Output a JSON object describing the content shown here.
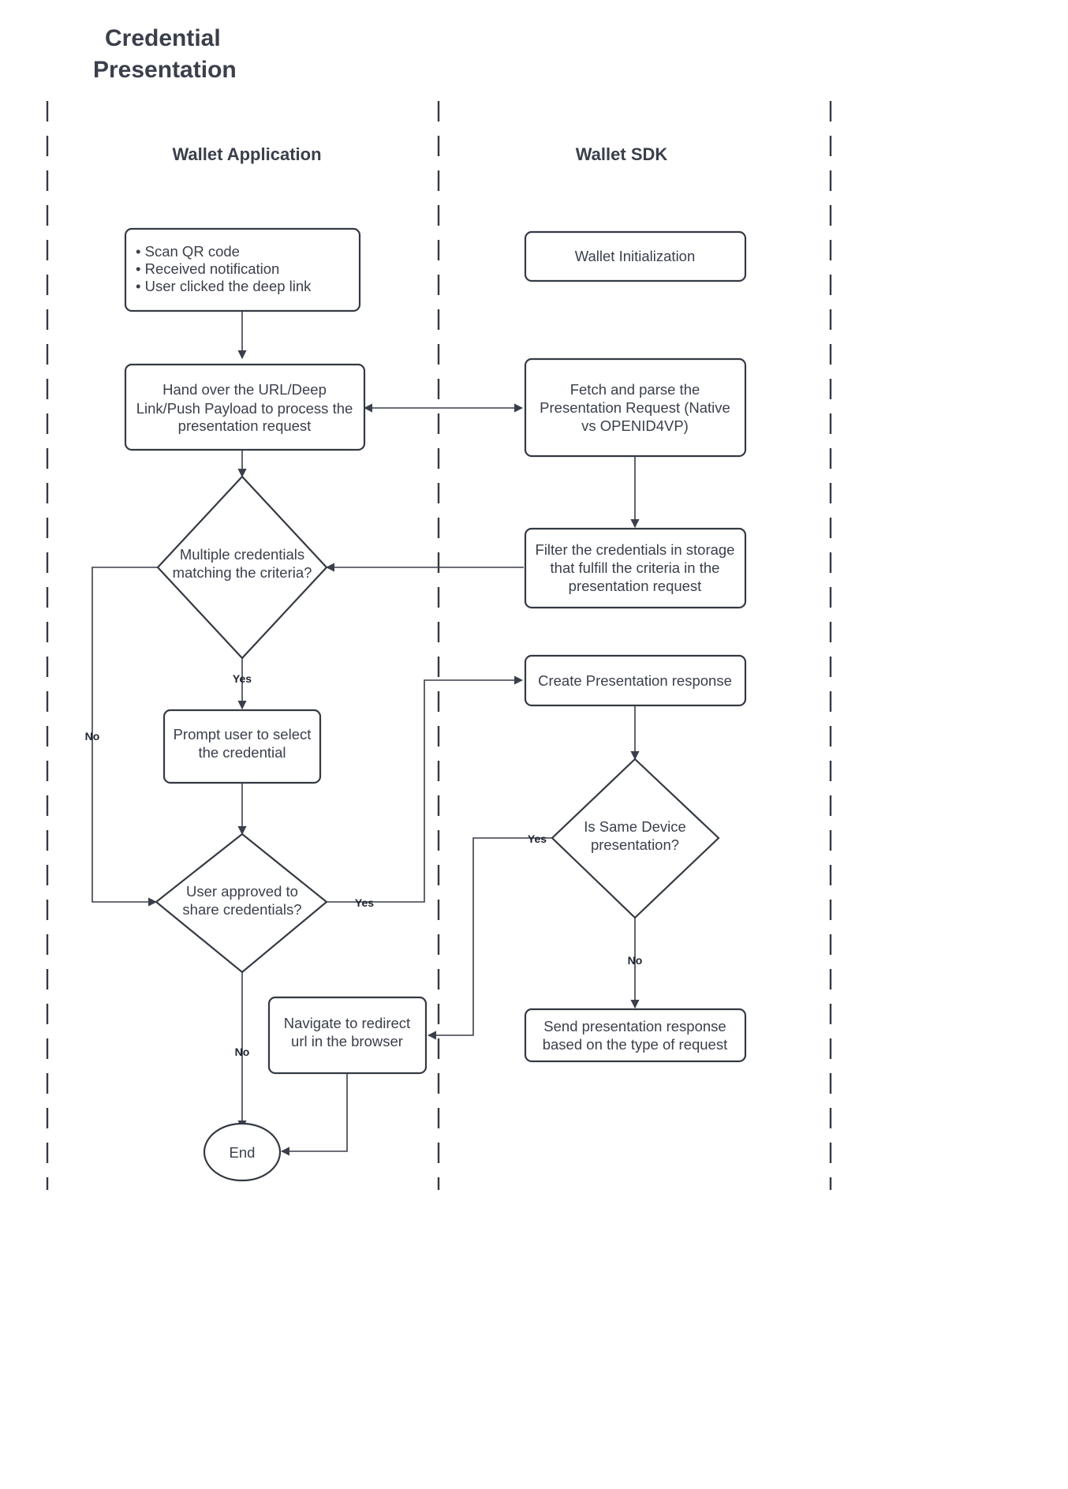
{
  "diagram": {
    "title_line1": "Credential",
    "title_line2": "Presentation",
    "type": "flowchart",
    "accent_color": "#3a3f4b",
    "background_color": "#ffffff"
  },
  "lanes": [
    {
      "id": "wallet-application",
      "label": "Wallet Application"
    },
    {
      "id": "wallet-sdk",
      "label": "Wallet SDK"
    }
  ],
  "nodes": {
    "triggers": {
      "shape": "rounded-rect",
      "lane": "wallet-application",
      "bullets": [
        "Scan QR code",
        "Received notification",
        "User clicked the deep link"
      ]
    },
    "hand_over": {
      "shape": "rounded-rect",
      "lane": "wallet-application",
      "lines": [
        "Hand over the URL/Deep",
        "Link/Push Payload to process the",
        "presentation request"
      ]
    },
    "multiple_credentials": {
      "shape": "diamond",
      "lane": "wallet-application",
      "lines": [
        "Multiple credentials",
        "matching the criteria?"
      ]
    },
    "prompt_user": {
      "shape": "rounded-rect",
      "lane": "wallet-application",
      "lines": [
        "Prompt user to select",
        "the credential"
      ]
    },
    "user_approved": {
      "shape": "diamond",
      "lane": "wallet-application",
      "lines": [
        "User approved to",
        "share credentials?"
      ]
    },
    "navigate_redirect": {
      "shape": "rounded-rect",
      "lane": "wallet-application",
      "lines": [
        "Navigate to redirect",
        "url in the browser"
      ]
    },
    "end": {
      "shape": "ellipse",
      "lane": "wallet-application",
      "lines": [
        "End"
      ]
    },
    "wallet_init": {
      "shape": "rounded-rect",
      "lane": "wallet-sdk",
      "lines": [
        "Wallet Initialization"
      ]
    },
    "fetch_parse": {
      "shape": "rounded-rect",
      "lane": "wallet-sdk",
      "lines": [
        "Fetch and parse the",
        "Presentation Request (Native",
        "vs OPENID4VP)"
      ]
    },
    "filter_credentials": {
      "shape": "rounded-rect",
      "lane": "wallet-sdk",
      "lines": [
        "Filter the credentials in storage",
        "that fulfill the criteria in the",
        "presentation request"
      ]
    },
    "create_presentation": {
      "shape": "rounded-rect",
      "lane": "wallet-sdk",
      "lines": [
        "Create Presentation response"
      ]
    },
    "is_same_device": {
      "shape": "diamond",
      "lane": "wallet-sdk",
      "lines": [
        "Is Same Device",
        "presentation?"
      ]
    },
    "send_response": {
      "shape": "rounded-rect",
      "lane": "wallet-sdk",
      "lines": [
        "Send presentation response",
        "based on the type of request"
      ]
    }
  },
  "edge_labels": {
    "multiple_no": "No",
    "multiple_yes": "Yes",
    "approved_yes": "Yes",
    "approved_no": "No",
    "same_device_yes": "Yes",
    "same_device_no": "No"
  }
}
